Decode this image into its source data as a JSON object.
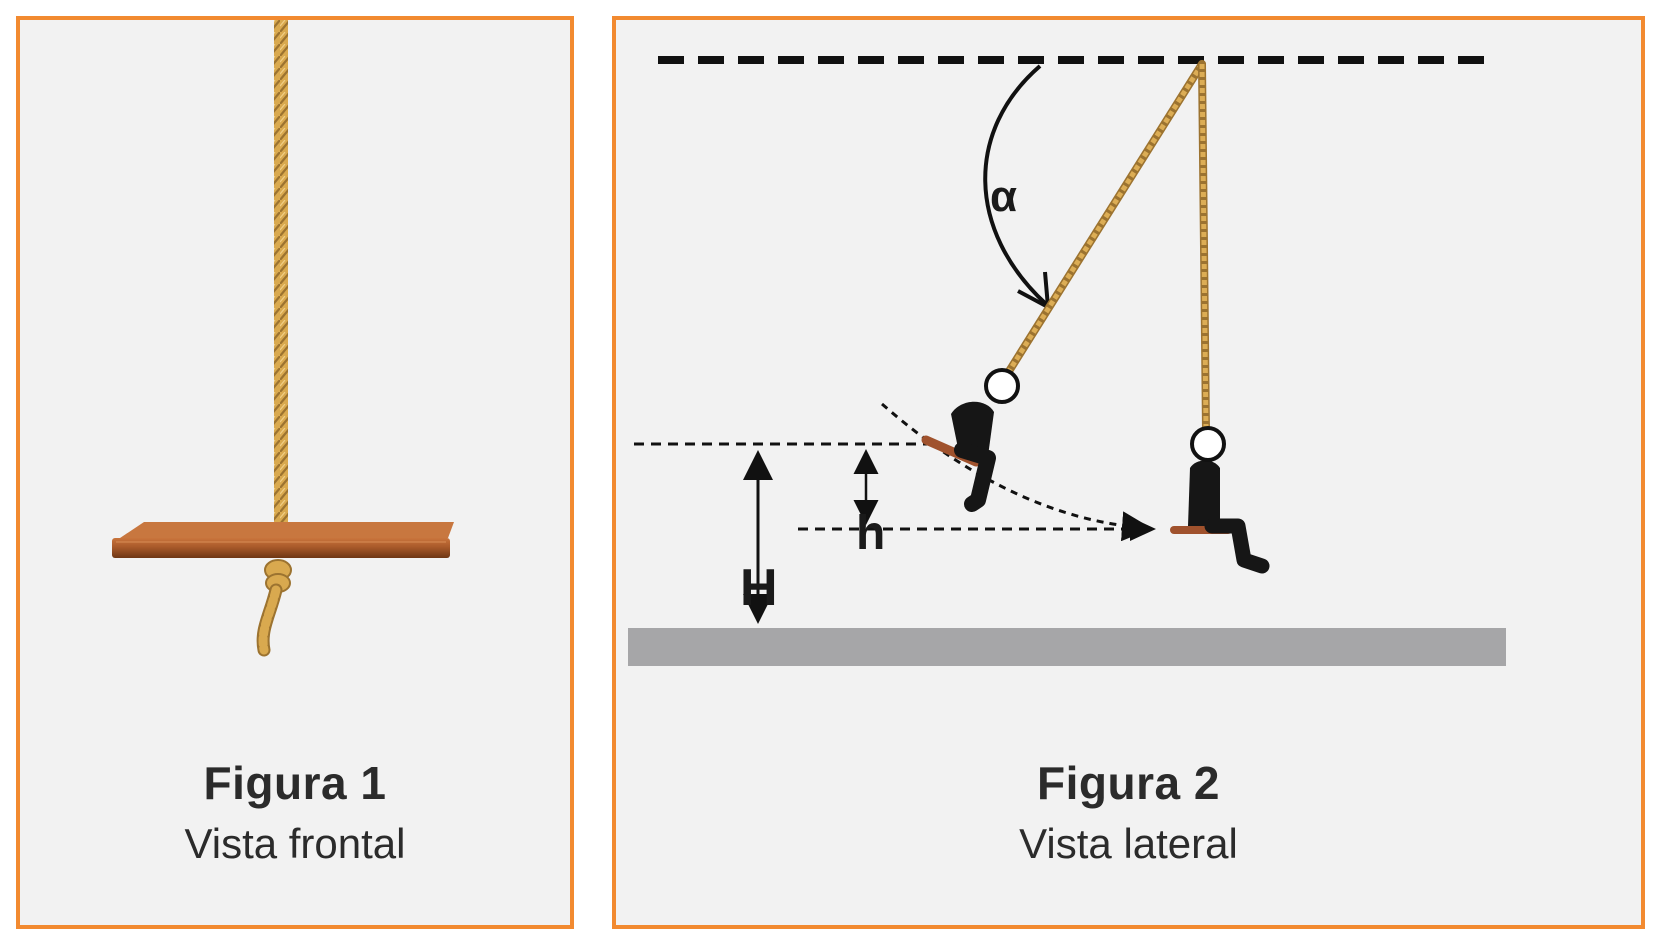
{
  "figures": [
    {
      "title": "Figura 1",
      "subtitle": "Vista frontal"
    },
    {
      "title": "Figura 2",
      "subtitle": "Vista lateral",
      "labels": {
        "angle": "α",
        "height_small": "h",
        "height_large": "H"
      }
    }
  ],
  "colors": {
    "border": "#f28a30",
    "panel_bg": "#f2f2f2",
    "rope": "#d8a84e",
    "seat": "#a0522d",
    "ground": "#a6a6a8",
    "figure": "#161616"
  }
}
